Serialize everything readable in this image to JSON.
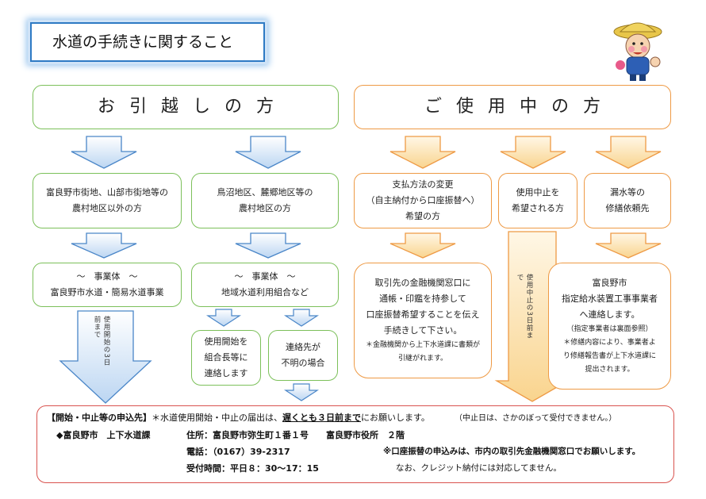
{
  "title": "水道の手続きに関すること",
  "moving": {
    "header": "お引越しの方",
    "col_urban": {
      "label_line1": "富良野市街地、山部市街地等の",
      "label_line2": "農村地区以外の方"
    },
    "col_rural": {
      "label_line1": "鳥沼地区、麓郷地区等の",
      "label_line2": "農村地区の方"
    },
    "operator_urban": {
      "line1": "～　事業体　～",
      "line2": "富良野市水道・簡易水道事業"
    },
    "operator_rural": {
      "line1": "～　事業体　～",
      "line2": "地域水道利用組合など"
    },
    "union_contact": {
      "line1": "使用開始を",
      "line2": "組合長等に",
      "line3": "連絡します"
    },
    "unknown_contact": {
      "line1": "連絡先が",
      "line2": "不明の場合"
    },
    "arrow_note": "使用開始の3日前まで"
  },
  "in_use": {
    "header": "ご使用中の方",
    "payment_change": {
      "line1": "支払方法の変更",
      "line2": "（自主納付から口座振替へ）",
      "line3": "希望の方"
    },
    "stop_use": {
      "line1": "使用中止を",
      "line2": "希望される方"
    },
    "leak": {
      "line1": "漏水等の",
      "line2": "修繕依頼先"
    },
    "bank": {
      "line1": "取引先の金融機関窓口に",
      "line2": "通帳・印鑑を持参して",
      "line3": "口座振替希望することを伝え",
      "line4": "手続きして下さい。",
      "note1": "＊金融機関から上下水道課に書類が",
      "note2": "引継がれます。"
    },
    "stop_note": "使用中止の3日前まで",
    "contractor": {
      "line1": "富良野市",
      "line2": "指定給水装置工事事業者",
      "line3": "へ連絡します。",
      "note1": "（指定事業者は裏面参照）",
      "note2": "＊修繕内容により、事業者よ",
      "note3": "り修繕報告書が上下水道課に",
      "note4": "提出されます。"
    }
  },
  "contact": {
    "heading": "【開始・中止等の申込先】",
    "notice_prefix": "＊水道使用開始・中止の届出は、",
    "notice_emphasis": "遅くとも３日前まで",
    "notice_suffix": "にお願いします。",
    "notice_paren": "（中止日は、さかのぼって受付できません。）",
    "office": "◆富良野市　上下水道課",
    "address": "住所：富良野市弥生町１番１号　　富良野市役所　２階",
    "phone": "電話：（0167）39-2317",
    "hours": "受付時間：平日８：30～17：15",
    "bank_note": "※口座振替の申込みは、市内の取引先金融機関窓口でお願いします。",
    "credit_note": "なお、クレジット納付には対応してません。"
  },
  "colors": {
    "green": "#7cc05a",
    "orange": "#ee9a45",
    "blue_arrow": "#4a86c8",
    "orange_arrow": "#f6c060",
    "red": "#d9534f"
  },
  "mascot": "mascot-character"
}
